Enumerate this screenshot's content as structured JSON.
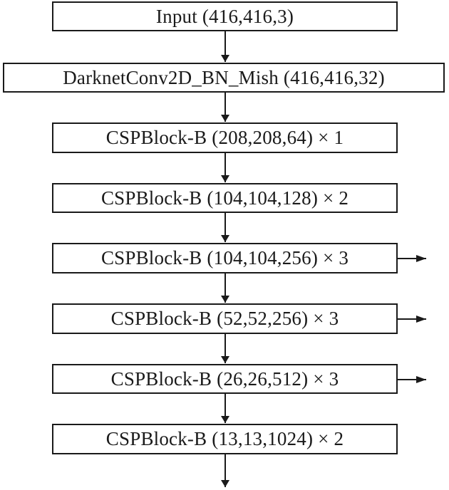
{
  "blocks": [
    {
      "label": "Input (416,416,3)"
    },
    {
      "label": "DarknetConv2D_BN_Mish (416,416,32)"
    },
    {
      "label": "CSPBlock-B (208,208,64) × 1"
    },
    {
      "label": "CSPBlock-B (104,104,128) × 2"
    },
    {
      "label": "CSPBlock-B (104,104,256) × 3",
      "has_output": true
    },
    {
      "label": "CSPBlock-B (52,52,256) × 3",
      "has_output": true
    },
    {
      "label": "CSPBlock-B (26,26,512) × 3",
      "has_output": true
    },
    {
      "label": "CSPBlock-B (13,13,1024) × 2"
    }
  ],
  "colors": {
    "stroke": "#1a1a1a",
    "background": "#ffffff"
  }
}
